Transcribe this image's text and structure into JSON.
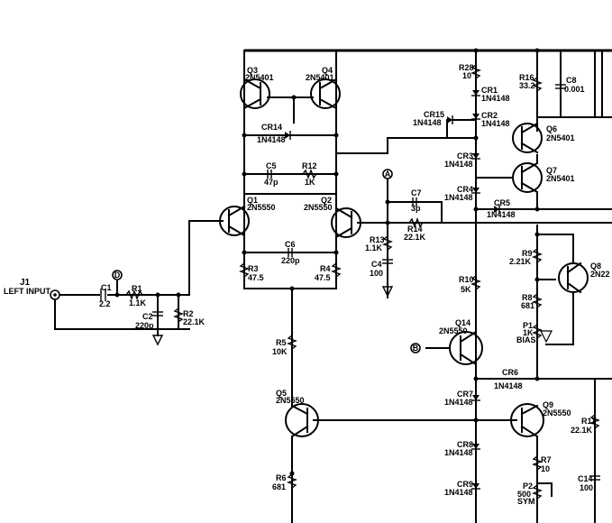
{
  "connector": {
    "ref": "J1",
    "name": "LEFT INPUT"
  },
  "test_points": [
    "D",
    "A",
    "B"
  ],
  "transistors": [
    {
      "ref": "Q1",
      "part": "2N5550"
    },
    {
      "ref": "Q2",
      "part": "2N5550"
    },
    {
      "ref": "Q3",
      "part": "2N5401"
    },
    {
      "ref": "Q4",
      "part": "2N5401"
    },
    {
      "ref": "Q5",
      "part": "2N5550"
    },
    {
      "ref": "Q6",
      "part": "2N5401"
    },
    {
      "ref": "Q7",
      "part": "2N5401"
    },
    {
      "ref": "Q8",
      "part": "2N22"
    },
    {
      "ref": "Q9",
      "part": "2N5550"
    },
    {
      "ref": "Q14",
      "part": "2N5550"
    }
  ],
  "resistors": [
    {
      "ref": "R1",
      "value": "1.1K"
    },
    {
      "ref": "R2",
      "value": "22.1K"
    },
    {
      "ref": "R3",
      "value": "47.5"
    },
    {
      "ref": "R4",
      "value": "47.5"
    },
    {
      "ref": "R5",
      "value": "10K"
    },
    {
      "ref": "R6",
      "value": "681"
    },
    {
      "ref": "R7",
      "value": "10"
    },
    {
      "ref": "R8",
      "value": "681"
    },
    {
      "ref": "R9",
      "value": "2.21K"
    },
    {
      "ref": "R10",
      "value": "5K"
    },
    {
      "ref": "R11",
      "value": "22.1K"
    },
    {
      "ref": "R12",
      "value": "1K"
    },
    {
      "ref": "R13",
      "value": "1.1K"
    },
    {
      "ref": "R14",
      "value": "22.1K"
    },
    {
      "ref": "R16",
      "value": "33.2"
    },
    {
      "ref": "R28",
      "value": "10"
    }
  ],
  "capacitors": [
    {
      "ref": "C1",
      "value": "2.2"
    },
    {
      "ref": "C2",
      "value": "220p"
    },
    {
      "ref": "C4",
      "value": "100"
    },
    {
      "ref": "C5",
      "value": "47p"
    },
    {
      "ref": "C6",
      "value": "220p"
    },
    {
      "ref": "C7",
      "value": "3p"
    },
    {
      "ref": "C8",
      "value": "0.001"
    },
    {
      "ref": "C14",
      "value": "100"
    }
  ],
  "diodes": [
    {
      "ref": "CR1",
      "part": "1N4148"
    },
    {
      "ref": "CR2",
      "part": "1N4148"
    },
    {
      "ref": "CR3",
      "part": "1N4148"
    },
    {
      "ref": "CR4",
      "part": "1N4148"
    },
    {
      "ref": "CR5",
      "part": "1N4148"
    },
    {
      "ref": "CR6",
      "part": "1N4148"
    },
    {
      "ref": "CR7",
      "part": "1N4148"
    },
    {
      "ref": "CR8",
      "part": "1N4148"
    },
    {
      "ref": "CR9",
      "part": "1N4148"
    },
    {
      "ref": "CR14",
      "part": "1N4148"
    },
    {
      "ref": "CR15",
      "part": "1N4148"
    }
  ],
  "pots": [
    {
      "ref": "P1",
      "value": "1K",
      "name": "BIAS"
    },
    {
      "ref": "P2",
      "value": "500",
      "name": "SYM"
    }
  ]
}
